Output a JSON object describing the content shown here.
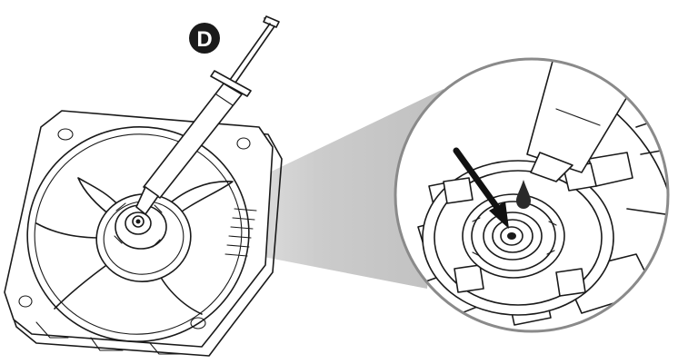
{
  "step": {
    "label": "D",
    "badge_color": "#1a1a1a",
    "label_color": "#ffffff"
  },
  "colors": {
    "line": "#1a1a1a",
    "background": "#ffffff",
    "callout_cone": "#cfcfcf",
    "drop": "#2a2a2a",
    "arrow": "#111111"
  },
  "icons": {
    "main": "fan-with-syringe",
    "detail": "bearing-lubrication-zoom",
    "arrow": "down-right-arrow-icon",
    "drop": "oil-drop-icon"
  }
}
